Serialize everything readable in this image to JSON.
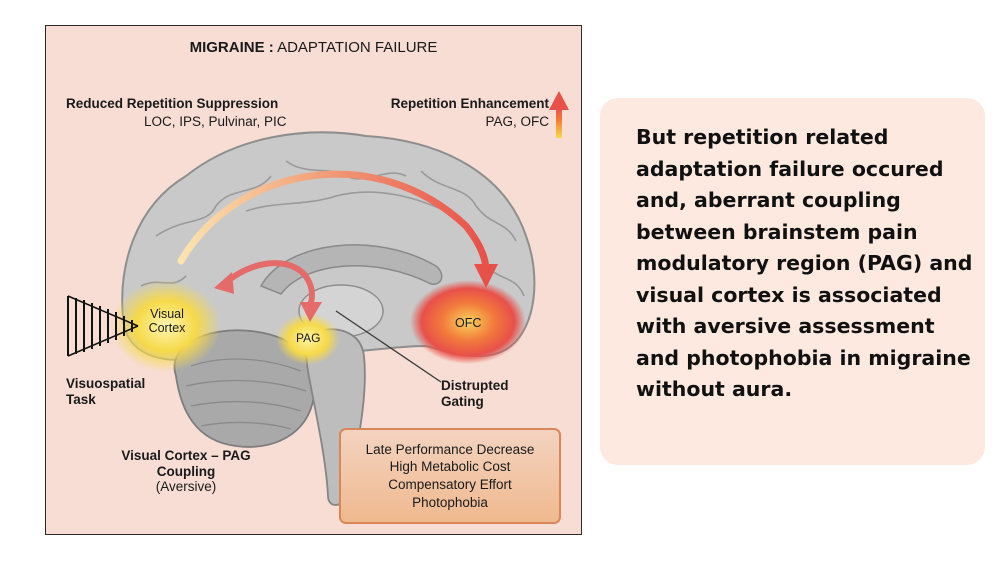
{
  "figure": {
    "title_bold": "MIGRAINE :",
    "title_rest": " ADAPTATION FAILURE",
    "rrs_heading": "Reduced Repetition Suppression",
    "rrs_regions": "LOC, IPS, Pulvinar, PIC",
    "re_heading": "Repetition Enhancement",
    "re_regions": "PAG, OFC",
    "visual_cortex_line1": "Visual",
    "visual_cortex_line2": "Cortex",
    "pag": "PAG",
    "ofc": "OFC",
    "task_line1": "Visuospatial",
    "task_line2": "Task",
    "gating_line1": "Distrupted",
    "gating_line2": "Gating",
    "coupling_line1": "Visual Cortex – PAG",
    "coupling_line2": "Coupling",
    "coupling_line3": "(Aversive)",
    "effects": [
      "Late Performance Decrease",
      "High Metabolic Cost",
      "Compensatory Effort",
      "Photophobia"
    ]
  },
  "card": {
    "text_before": "But repetition related adaptation failure occured and, aberrant coupling between brainstem pain modulatory region (",
    "text_bold_term": "PAG",
    "text_after": ") and visual cortex is associated with aversive assessment and photophobia in migraine without aura."
  },
  "colors": {
    "figure_bg": "#f7ddd3",
    "card_bg": "#fde9e0",
    "arrow_red": "#e8504a",
    "highlight_yellow": "#f6d94a",
    "highlight_orange": "#f27a3c",
    "box_border": "#d9875a"
  }
}
